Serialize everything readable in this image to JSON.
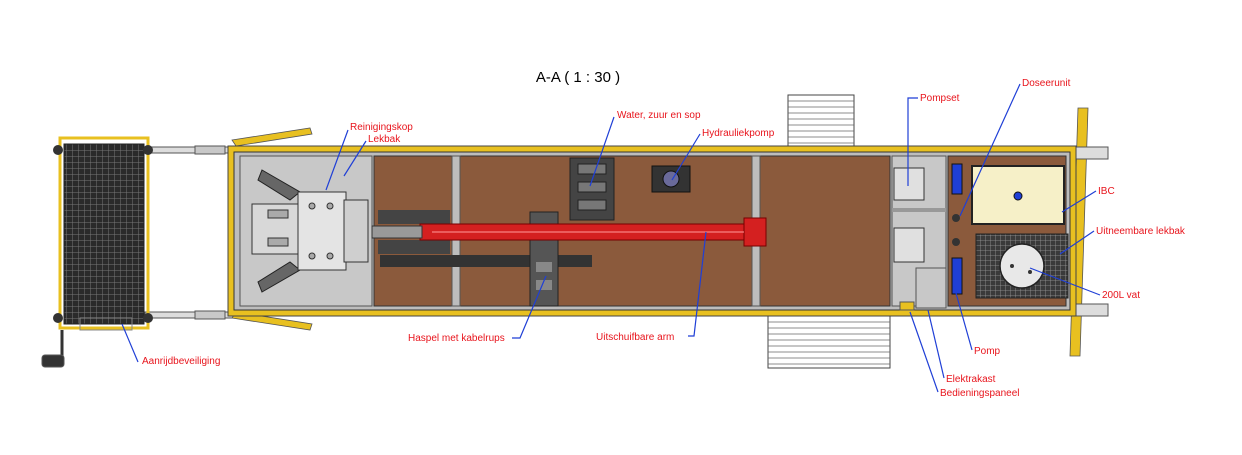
{
  "title": "A-A ( 1 : 30 )",
  "labels": {
    "reinigingskop": "Reinigingskop",
    "lekbak": "Lekbak",
    "water": "Water, zuur en sop",
    "hydrauliekpomp": "Hydrauliekpomp",
    "pompset": "Pompset",
    "doseerunit": "Doseerunit",
    "ibc": "IBC",
    "uitneembare_lekbak": "Uitneembare lekbak",
    "vat": "200L vat",
    "pomp": "Pomp",
    "elektrakast": "Elektrakast",
    "bedieningspaneel": "Bedieningspaneel",
    "uitschuifbare_arm": "Uitschuifbare arm",
    "haspel": "Haspel met kabelrups",
    "aanrijdbeveiliging": "Aanrijdbeveiliging"
  },
  "colors": {
    "label": "#e8141c",
    "leader": "#1f3fd6",
    "floor": "#8b5a3c",
    "wall": "#c8c8c8",
    "frame": "#e8c020",
    "arm": "#d42020",
    "ibc": "#f6f0c8"
  }
}
